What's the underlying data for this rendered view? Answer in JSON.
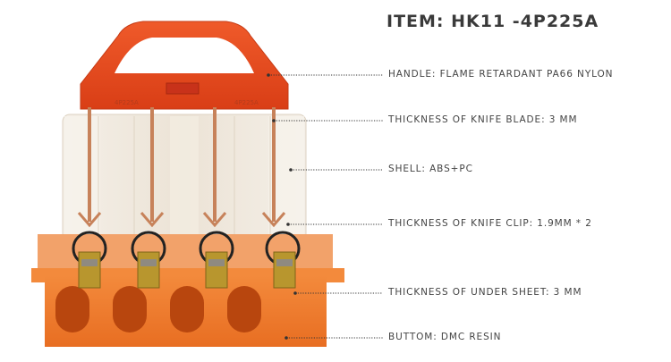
{
  "title": "ITEM: HK11 -4P225A",
  "specs": [
    "HANDLE: FLAME RETARDANT PA66 NYLON",
    "THICKNESS OF KNIFE BLADE: 3 MM",
    "SHELL: ABS+PC",
    "THICKNESS OF KNIFE CLIP: 1.9MM * 2",
    "THICKNESS OF UNDER SHEET: 3 MM",
    "BUTTOM: DMC RESIN"
  ],
  "handle_marking": "4P225A",
  "colors": {
    "handle": "#e8461e",
    "base": "#f07a2e",
    "shell": "#efe8de",
    "copper": "#c7825a",
    "brass": "#b8962e",
    "text": "#444444"
  }
}
